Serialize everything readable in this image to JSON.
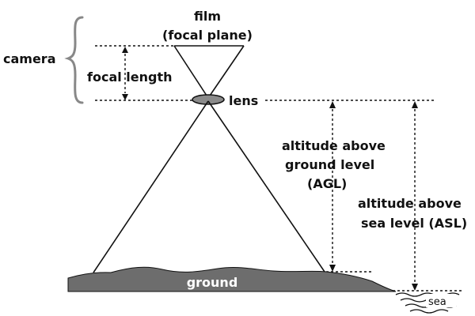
{
  "labels": {
    "film_line1": "film",
    "film_line2": "(focal plane)",
    "camera": "camera",
    "focal_length": "focal length",
    "lens": "lens",
    "agl_line1": "altitude above",
    "agl_line2": "ground level",
    "agl_line3": "(AGL)",
    "asl_line1": "altitude above",
    "asl_line2": "sea level (ASL)",
    "ground": "ground",
    "sea": "sea"
  },
  "colors": {
    "ink": "#111111",
    "bracket": "#888888",
    "ground_fill": "#6d6d6d",
    "lens_fill": "#8a8a8a",
    "ground_text": "#ffffff"
  }
}
